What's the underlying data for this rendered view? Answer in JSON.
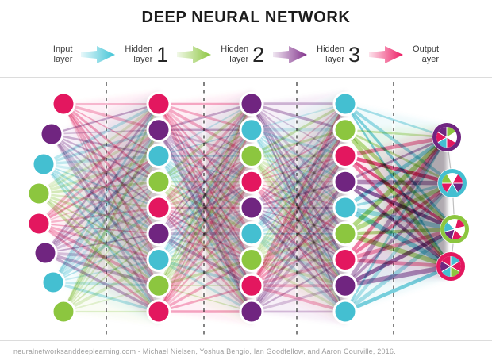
{
  "title": "DEEP NEURAL NETWORK",
  "legend": {
    "items": [
      {
        "type": "label",
        "name": "legend-input-layer",
        "lines": [
          "Input",
          "layer"
        ]
      },
      {
        "type": "arrow",
        "name": "arrow-input-to-hidden1",
        "color": "#3FC4D6"
      },
      {
        "type": "label",
        "name": "legend-hidden-layer-1",
        "lines": [
          "Hidden",
          "layer"
        ],
        "number": "1"
      },
      {
        "type": "arrow",
        "name": "arrow-hidden1-to-hidden2",
        "color": "#8CC63F"
      },
      {
        "type": "label",
        "name": "legend-hidden-layer-2",
        "lines": [
          "Hidden",
          "layer"
        ],
        "number": "2"
      },
      {
        "type": "arrow",
        "name": "arrow-hidden2-to-hidden3",
        "color": "#82338C"
      },
      {
        "type": "label",
        "name": "legend-hidden-layer-3",
        "lines": [
          "Hidden",
          "layer"
        ],
        "number": "3"
      },
      {
        "type": "arrow",
        "name": "arrow-hidden3-to-output",
        "color": "#EC1A62"
      },
      {
        "type": "label",
        "name": "legend-output-layer",
        "lines": [
          "Output",
          "layer"
        ]
      }
    ]
  },
  "palette": {
    "pink": "#E3175F",
    "purple": "#702580",
    "cyan": "#44BFD1",
    "green": "#8CC63F",
    "white": "#FFFFFF"
  },
  "network": {
    "connections": "full",
    "layers": [
      {
        "name": "input-layer",
        "nodes": [
          "pink",
          "purple",
          "cyan",
          "green",
          "pink",
          "purple",
          "cyan",
          "green"
        ]
      },
      {
        "name": "hidden-layer-1",
        "nodes": [
          "pink",
          "purple",
          "cyan",
          "green",
          "pink",
          "purple",
          "cyan",
          "green",
          "pink"
        ]
      },
      {
        "name": "hidden-layer-2",
        "nodes": [
          "purple",
          "cyan",
          "green",
          "pink",
          "purple",
          "cyan",
          "green",
          "pink",
          "purple"
        ]
      },
      {
        "name": "hidden-layer-3",
        "nodes": [
          "cyan",
          "green",
          "pink",
          "purple",
          "cyan",
          "green",
          "pink",
          "purple",
          "cyan"
        ]
      },
      {
        "name": "output-layer",
        "type": "pinwheel",
        "nodes": [
          {
            "ring": "purple",
            "wedges": [
              "green",
              "white",
              "pink",
              "cyan",
              "pink",
              "purple"
            ]
          },
          {
            "ring": "cyan",
            "wedges": [
              "pink",
              "purple",
              "cyan",
              "pink",
              "green",
              "white"
            ]
          },
          {
            "ring": "green",
            "wedges": [
              "pink",
              "white",
              "pink",
              "purple",
              "cyan",
              "white"
            ]
          },
          {
            "ring": "pink",
            "wedges": [
              "cyan",
              "pink",
              "green",
              "cyan",
              "purple",
              "pink"
            ]
          }
        ]
      }
    ]
  },
  "footer": "neuralnetworksanddeeplearning.com - Michael Nielsen, Yoshua Bengio, Ian Goodfellow, and Aaron Courville, 2016."
}
